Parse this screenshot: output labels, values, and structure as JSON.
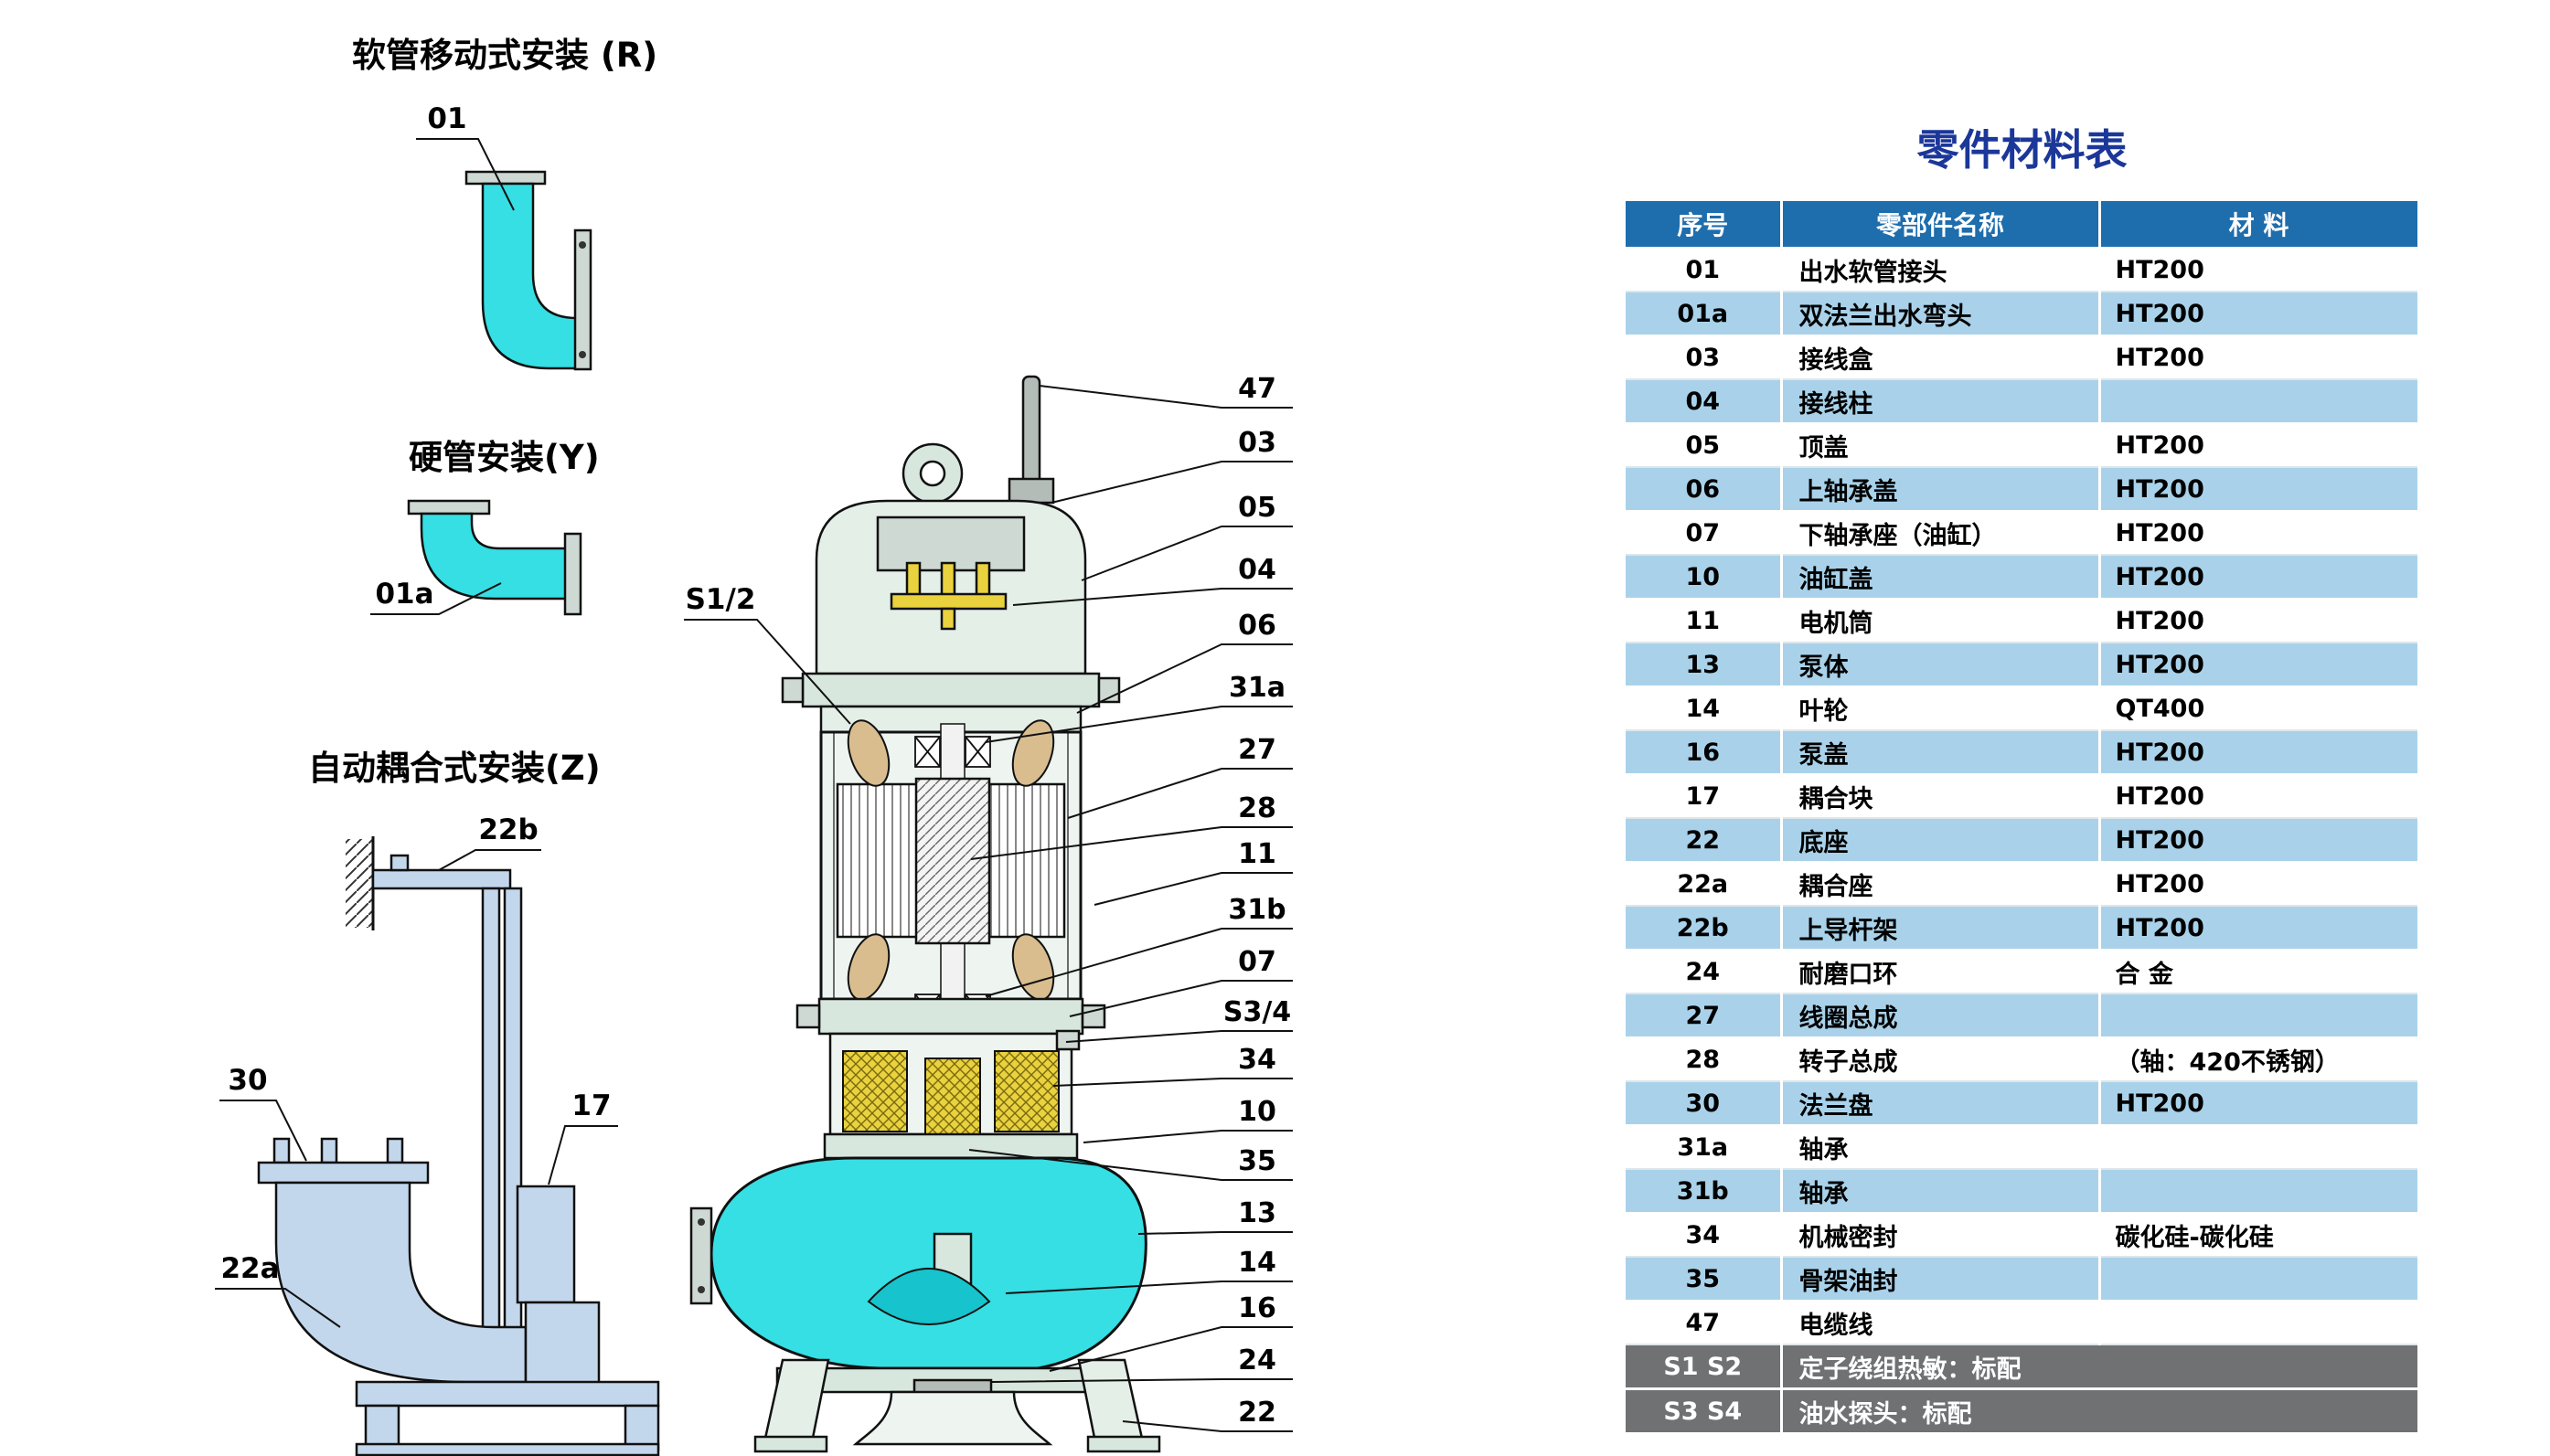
{
  "install_diagrams": {
    "hose": {
      "title": "软管移动式安装 (R)",
      "part_label": "01"
    },
    "rigid": {
      "title": "硬管安装(Y)",
      "part_label": "01a"
    },
    "coupling": {
      "title": "自动耦合式安装(Z)",
      "part_labels": {
        "bracket": "22b",
        "flange": "30",
        "block": "17",
        "seat": "22a"
      }
    }
  },
  "pump_diagram": {
    "left_label": "S1/2",
    "callouts": [
      "47",
      "03",
      "05",
      "04",
      "06",
      "31a",
      "27",
      "28",
      "11",
      "31b",
      "07",
      "S3/4",
      "34",
      "10",
      "35",
      "13",
      "14",
      "16",
      "24",
      "22"
    ]
  },
  "parts_table": {
    "title": "零件材料表",
    "headers": [
      "序号",
      "零部件名称",
      "材 料"
    ],
    "rows": [
      [
        "01",
        "出水软管接头",
        "HT200"
      ],
      [
        "01a",
        "双法兰出水弯头",
        "HT200"
      ],
      [
        "03",
        "接线盒",
        "HT200"
      ],
      [
        "04",
        "接线柱",
        ""
      ],
      [
        "05",
        "顶盖",
        "HT200"
      ],
      [
        "06",
        "上轴承盖",
        "HT200"
      ],
      [
        "07",
        "下轴承座（油缸）",
        "HT200"
      ],
      [
        "10",
        "油缸盖",
        "HT200"
      ],
      [
        "11",
        "电机筒",
        "HT200"
      ],
      [
        "13",
        "泵体",
        "HT200"
      ],
      [
        "14",
        "叶轮",
        "QT400"
      ],
      [
        "16",
        "泵盖",
        "HT200"
      ],
      [
        "17",
        "耦合块",
        "HT200"
      ],
      [
        "22",
        "底座",
        "HT200"
      ],
      [
        "22a",
        "耦合座",
        "HT200"
      ],
      [
        "22b",
        "上导杆架",
        "HT200"
      ],
      [
        "24",
        "耐磨口环",
        "合 金"
      ],
      [
        "27",
        "线圈总成",
        ""
      ],
      [
        "28",
        "转子总成",
        "（轴：420不锈钢）"
      ],
      [
        "30",
        "法兰盘",
        "HT200"
      ],
      [
        "31a",
        "轴承",
        ""
      ],
      [
        "31b",
        "轴承",
        ""
      ],
      [
        "34",
        "机械密封",
        "碳化硅-碳化硅"
      ],
      [
        "35",
        "骨架油封",
        ""
      ],
      [
        "47",
        "电缆线",
        ""
      ]
    ],
    "footers": [
      [
        "S1 S2",
        "定子绕组热敏：标配"
      ],
      [
        "S3 S4",
        "油水探头：标配"
      ]
    ]
  },
  "colors": {
    "table_header_bg": "#1e6dad",
    "table_alt_row": "#a9d2ea",
    "table_footer_bg": "#6f7173",
    "table_title": "#1b3799",
    "pump_body": "#e4efe8",
    "pump_body_dark": "#d7e7de",
    "pump_inner": "#eef5f1",
    "pump_cyan": "#35dfe4",
    "pump_cyan_dark": "#17c3cc",
    "winding_tan": "#d9bd8f",
    "seal_yellow": "#e9d23e",
    "coupling_blue": "#c3d7ec"
  }
}
